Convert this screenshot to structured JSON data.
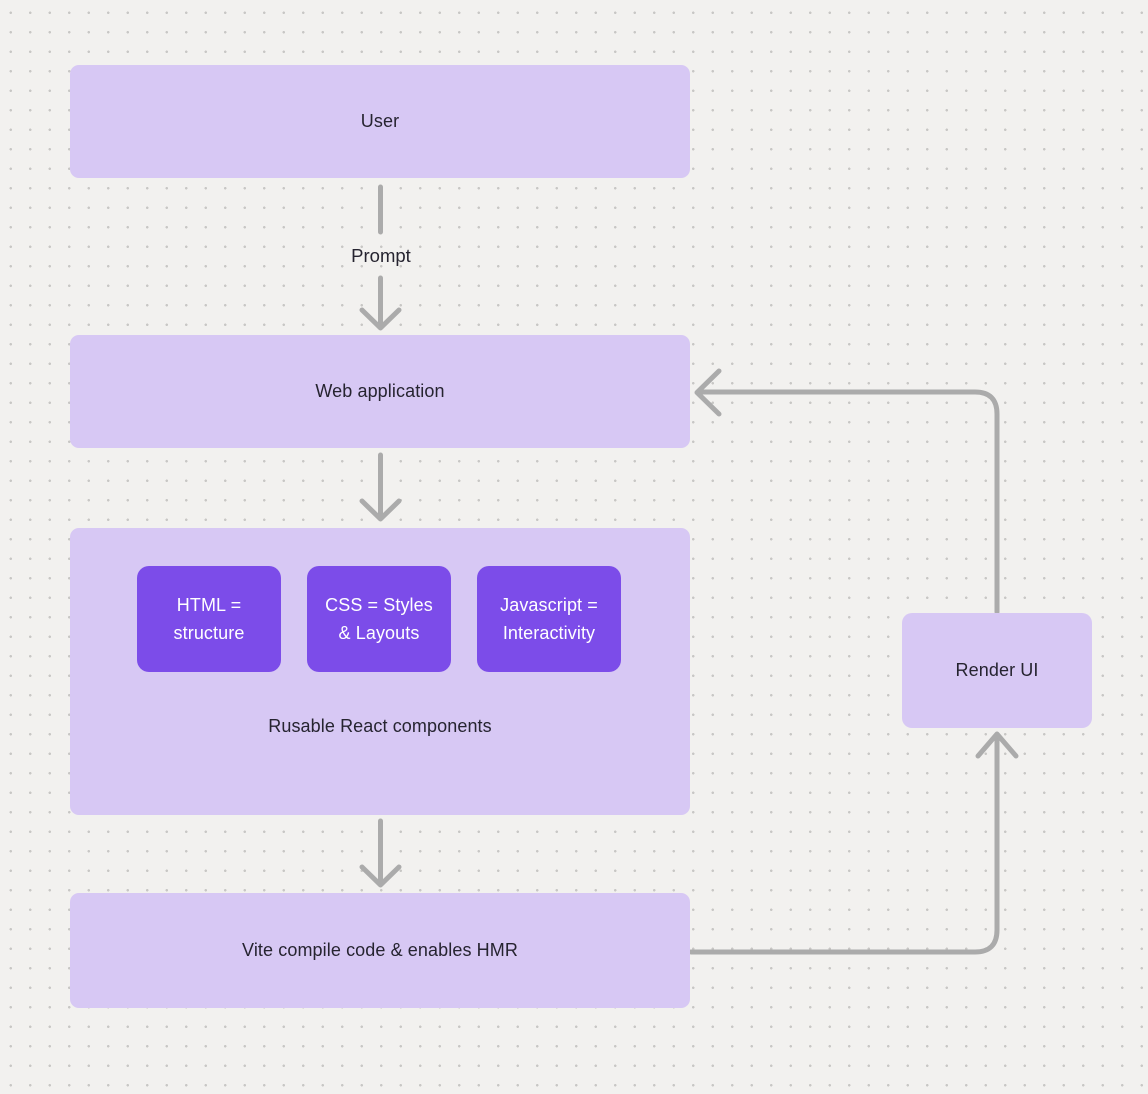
{
  "diagram": {
    "nodes": {
      "user": {
        "label": "User"
      },
      "web_application": {
        "label": "Web application"
      },
      "components_group": {
        "caption": "Rusable React components",
        "children": [
          {
            "line1": "HTML =",
            "line2": "structure"
          },
          {
            "line1": "CSS = Styles",
            "line2": "& Layouts"
          },
          {
            "line1": "Javascript =",
            "line2": "Interactivity"
          }
        ]
      },
      "vite": {
        "label": "Vite compile code & enables HMR"
      },
      "render_ui": {
        "label": "Render UI"
      }
    },
    "edges": {
      "user_to_web_application_label": "Prompt"
    },
    "colors": {
      "background": "#f2f1ef",
      "dot_grid": "#c8c7c5",
      "node_fill": "#d7c8f4",
      "accent_node_fill": "#7c4ce9",
      "arrow": "#ababab",
      "text_dark": "#262430",
      "text_light": "#ffffff"
    }
  }
}
